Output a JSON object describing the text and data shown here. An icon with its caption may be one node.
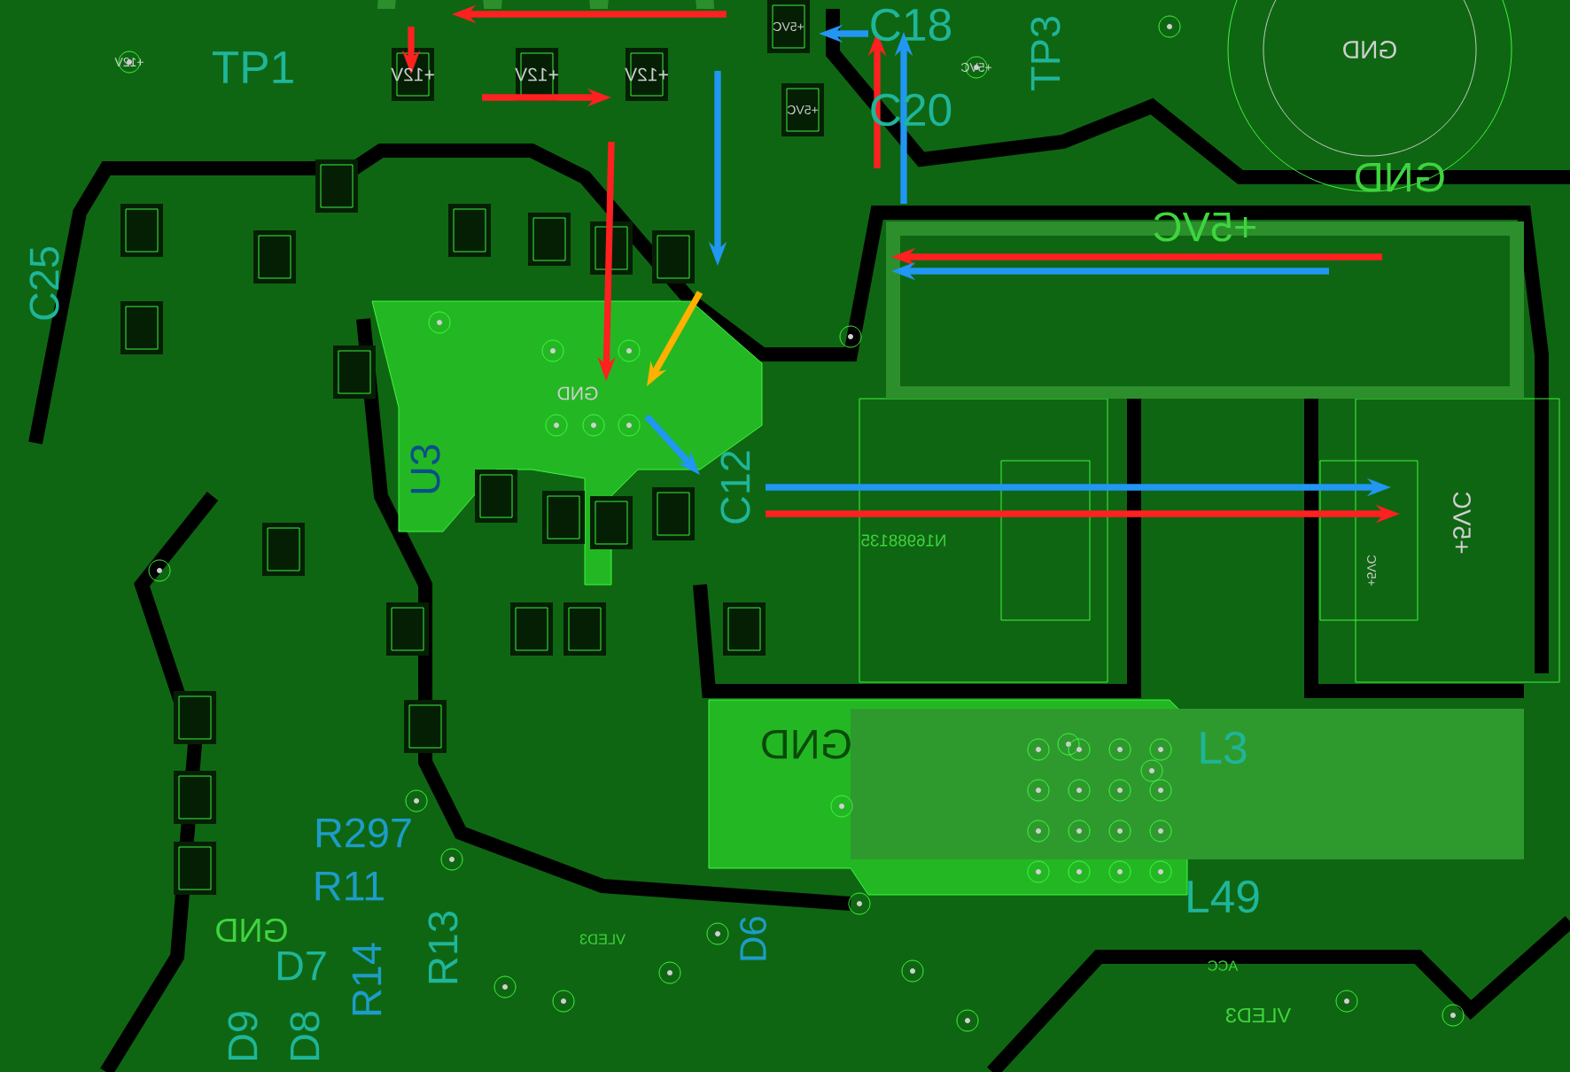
{
  "diagram": {
    "labels": [
      "+12V",
      "TP1",
      "+12V",
      "+12V",
      "+12V",
      "+5VC",
      "C18",
      "+5VC",
      "TP3",
      "GND",
      "+5VC",
      "C20",
      "GND",
      "C25",
      "+5VC",
      "GND",
      "U3",
      "C12",
      "N16988135",
      "+5VC",
      "+5VC",
      "GND",
      "L3",
      "R297",
      "R11",
      "GND",
      "D7",
      "R14",
      "R13",
      "D6",
      "D9",
      "D8",
      "VLED3",
      "ACC",
      "L49",
      "VLED3"
    ]
  }
}
